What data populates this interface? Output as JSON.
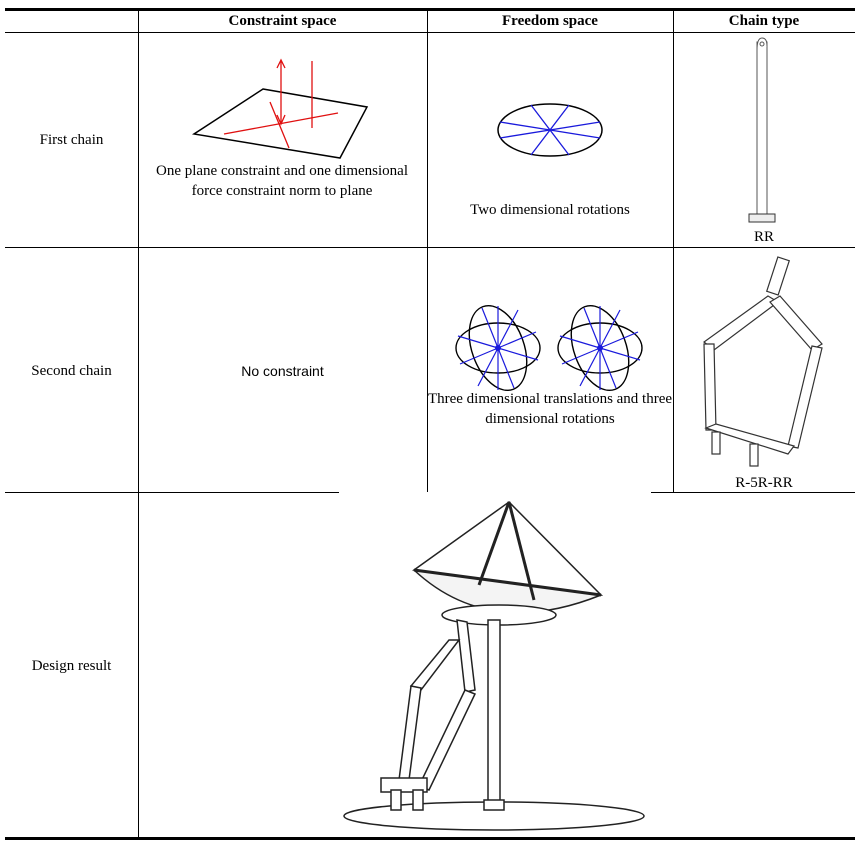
{
  "table": {
    "headers": [
      "",
      "Constraint space",
      "Freedom space",
      "Chain type"
    ],
    "rows": [
      {
        "label": "First chain",
        "constraint_space": "One plane constraint and one dimensional force constraint norm to plane",
        "freedom_space": "Two dimensional rotations",
        "chain_type": "RR"
      },
      {
        "label": "Second chain",
        "constraint_space": "No constraint",
        "freedom_space": "Three dimensional translations and three dimensional rotations",
        "chain_type": "R-5R-RR"
      },
      {
        "label": "Design result"
      }
    ]
  },
  "colors": {
    "constraint": "#e01010",
    "freedom": "#1a1adc"
  }
}
